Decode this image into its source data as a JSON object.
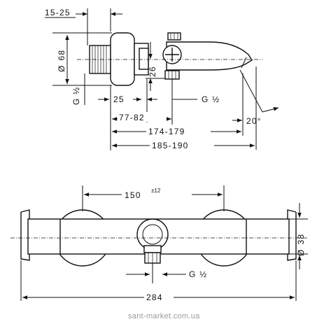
{
  "top_view": {
    "dims": {
      "d_15_25": "15-25",
      "d_68": "68",
      "d_68_prefix": "Ø",
      "d_26": "26",
      "d_g_left": "G ½",
      "d_25": "25",
      "d_g_right": "G ½",
      "d_77_82": "77-82",
      "d_20": "20°",
      "d_174_179": "174-179",
      "d_185_190": "185-190"
    }
  },
  "bottom_view": {
    "dims": {
      "d_150": "150",
      "d_150_tol": "±12",
      "d_38": "38",
      "d_38_prefix": "Ø",
      "d_g": "G ½",
      "d_284": "284"
    }
  },
  "watermark": "sant-market.com.ua",
  "colors": {
    "line": "#111111",
    "background": "#ffffff",
    "watermark": "#9a9a9a"
  }
}
